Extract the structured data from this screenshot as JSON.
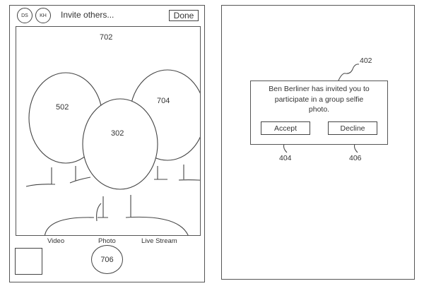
{
  "left_screen": {
    "avatars": [
      {
        "initials": "DS"
      },
      {
        "initials": "KH"
      }
    ],
    "invite_placeholder": "Invite others...",
    "done_label": "Done",
    "viewfinder": {
      "ref_label": "702",
      "faces": [
        {
          "ref": "502",
          "position": "left"
        },
        {
          "ref": "704",
          "position": "right"
        },
        {
          "ref": "302",
          "position": "center"
        }
      ]
    },
    "modes": [
      "Video",
      "Photo",
      "Live Stream"
    ],
    "shutter_ref": "706"
  },
  "right_screen": {
    "dialog": {
      "ref": "402",
      "message_lines": [
        "Ben Berliner has invited you to",
        "participate in a group selfie",
        "photo."
      ],
      "accept": {
        "label": "Accept",
        "ref": "404"
      },
      "decline": {
        "label": "Decline",
        "ref": "406"
      }
    }
  }
}
